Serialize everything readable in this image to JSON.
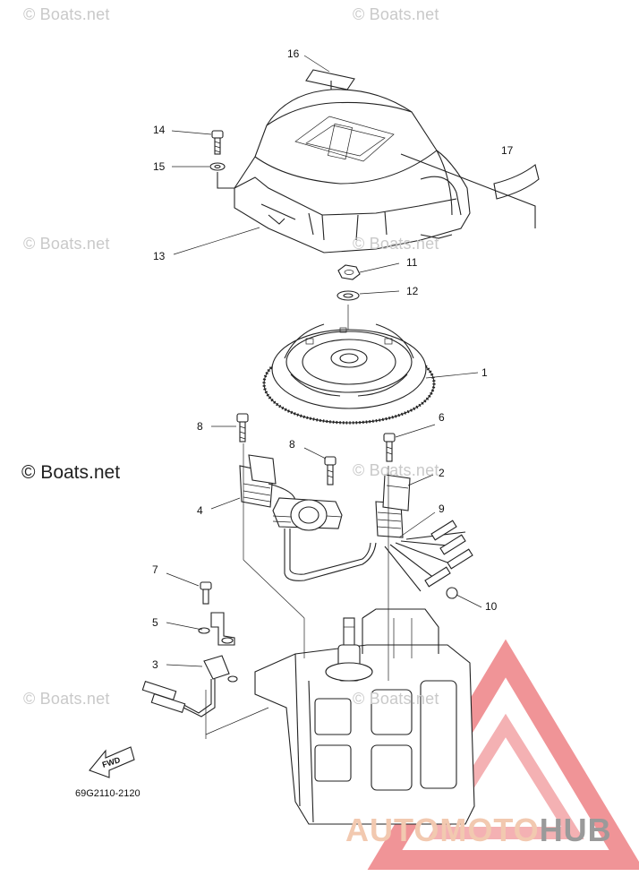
{
  "watermarks": {
    "copyright": "© Boats.net",
    "main_copyright": "© Boats.net"
  },
  "callouts": {
    "c1": "1",
    "c2": "2",
    "c3": "3",
    "c4": "4",
    "c5": "5",
    "c6": "6",
    "c7": "7",
    "c8a": "8",
    "c8b": "8",
    "c9": "9",
    "c10": "10",
    "c11": "11",
    "c12": "12",
    "c13": "13",
    "c14": "14",
    "c15": "15",
    "c16": "16",
    "c17": "17"
  },
  "part_code": "69G2110-2120",
  "fwd_label": "FWD",
  "brand": {
    "part1": "AUTO",
    "part2": "MOTO",
    "part3": "HUB"
  },
  "colors": {
    "line": "#222222",
    "watermark": "#c9c9c9",
    "logo_red": "#e4454b",
    "brand_light": "#f2c9b0",
    "brand_grey": "#9a9a9a"
  }
}
